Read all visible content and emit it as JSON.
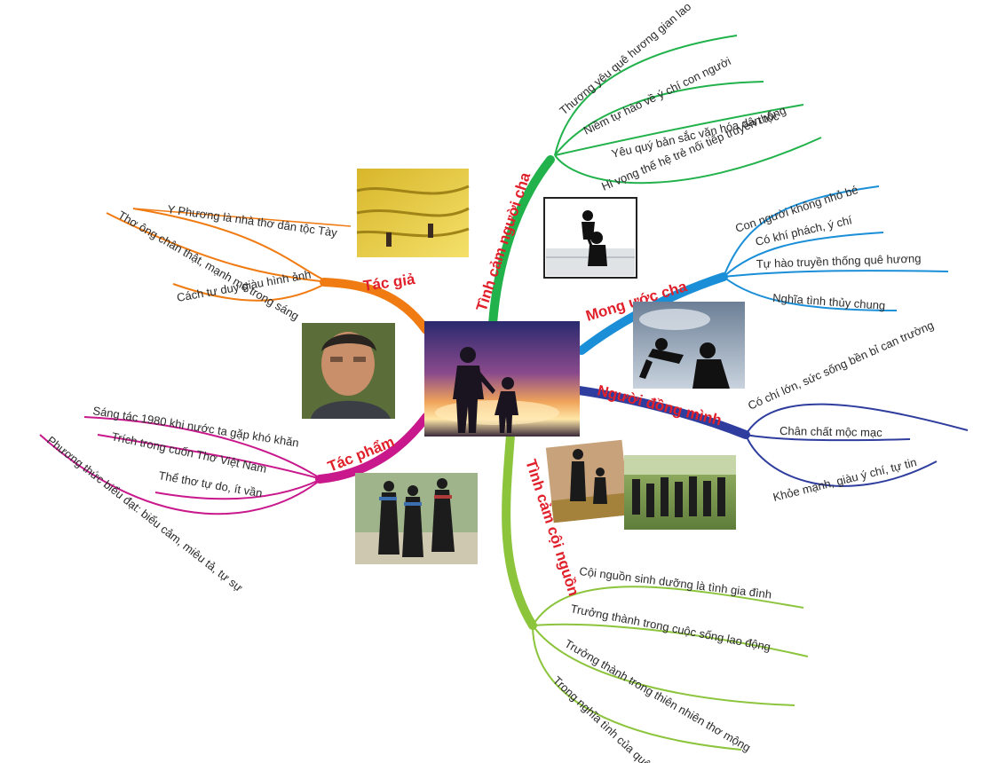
{
  "center": {
    "image": "father-and-daughter-silhouette-sunset"
  },
  "branches": [
    {
      "key": "tac_gia",
      "title": "Tác giả",
      "color": "#f07b12",
      "items": [
        "Y Phương là nhà thơ dân tộc Tày",
        "Thơ ông chân thật, mạnh mẽ trong sáng",
        "Cách tư duy giàu hình ảnh"
      ]
    },
    {
      "key": "tac_pham",
      "title": "Tác phẩm",
      "color": "#c8188c",
      "items": [
        "Sáng tác 1980 khi nước ta gặp khó khăn",
        "Trích trong cuốn Thơ Việt Nam",
        "Thể thơ tự do, ít vần",
        "Phương thức biểu đạt: biểu cảm, miêu tả, tự sự"
      ]
    },
    {
      "key": "tinh_cam_nguoi_cha",
      "title": "Tình cảm người cha",
      "color": "#22b24c",
      "items": [
        "Thương yêu quê hương gian lao",
        "Niềm tự hào về ý chí con người",
        "Yêu quý bản sắc văn hóa dân tộc",
        "Hi vọng thế hệ trẻ nối tiếp truyền thống"
      ]
    },
    {
      "key": "mong_uoc_cha",
      "title": "Mong ước cha",
      "color": "#1a8fd8",
      "items": [
        "Con người không nhỏ bé",
        "Có khí phách, ý chí",
        "Tự hào truyền thống quê hương",
        "Nghĩa tình thủy chung"
      ]
    },
    {
      "key": "nguoi_dong_minh",
      "title": "Người đồng mình",
      "color": "#2e3d9e",
      "items": [
        "Có chí lớn, sức sống bền bỉ can trường",
        "Chân chất mộc mạc",
        "Khỏe mạnh, giàu ý chí, tự tin"
      ]
    },
    {
      "key": "tinh_cam_coi_nguon",
      "title": "Tình cảm cội nguồn",
      "color": "#8cc43c",
      "items": [
        "Cội nguồn sinh dưỡng là tình gia đình",
        "Trưởng thành trong cuộc sống lao động",
        "Trưởng thành trong thiên nhiên thơ mộng",
        "Trong nghĩa tình của quê hương"
      ]
    }
  ],
  "images": [
    "rice-terrace-photo",
    "father-lifting-child-silhouette",
    "portrait-y-phuong",
    "father-playing-child-silhouette",
    "father-son-walking-photo",
    "ethnic-dance-photo",
    "ethnic-women-walking-photo"
  ]
}
